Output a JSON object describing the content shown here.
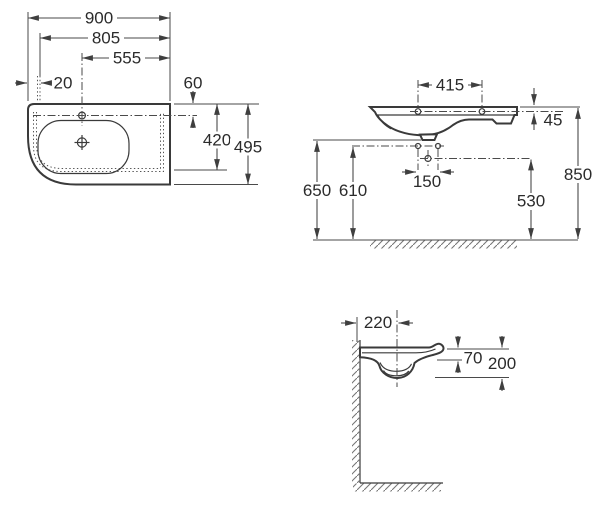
{
  "drawing": {
    "plan_view": {
      "dims": {
        "overall_width": "900",
        "upper_width": "805",
        "tap_to_right_edge": "555",
        "left_edge_offset": "20",
        "tap_setback": "60",
        "inner_depth": "420",
        "overall_depth": "495"
      }
    },
    "front_view": {
      "dims": {
        "fixing_hole_spacing": "415",
        "fixing_hole_drop": "45",
        "inlet_spacing": "150",
        "underside_height": "650",
        "fixing_hole_height": "610",
        "drain_height": "530",
        "rim_height": "850"
      }
    },
    "side_view": {
      "dims": {
        "drain_to_wall": "220",
        "deck_thickness": "70",
        "body_depth": "200"
      }
    },
    "colors": {
      "outline": "#3a3a3a",
      "dimension_lines": "#4a4a4a",
      "text": "#2b2b2b",
      "hatch": "#777777",
      "background": "#ffffff"
    }
  }
}
